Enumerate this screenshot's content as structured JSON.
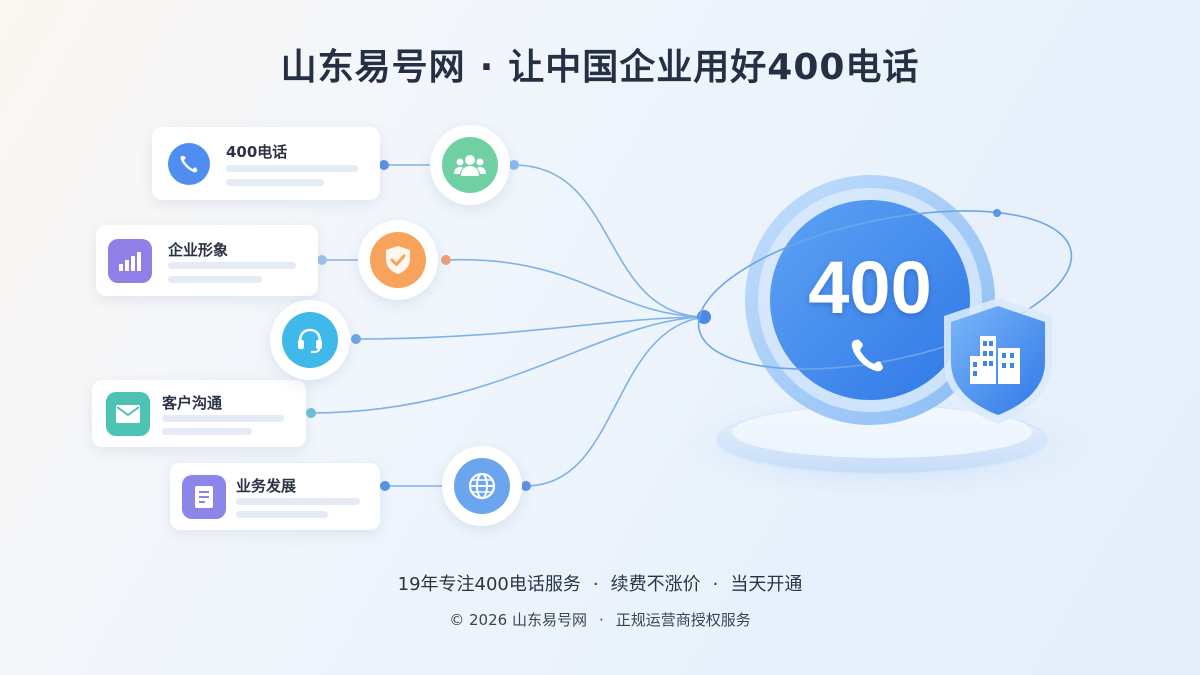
{
  "header": {
    "brand": "山东易号网",
    "separator": "·",
    "slogan": "让中国企业用好400电话"
  },
  "cards": [
    {
      "label": "400电话",
      "icon": "phone-icon",
      "color": "#4f8ef0"
    },
    {
      "label": "企业形象",
      "icon": "bar-chart-icon",
      "color": "#8f7fe6"
    },
    {
      "label": "客户沟通",
      "icon": "mail-icon",
      "color": "#4cc3b3"
    },
    {
      "label": "业务发展",
      "icon": "document-icon",
      "color": "#8c86e8"
    }
  ],
  "nodes": [
    {
      "icon": "users-icon",
      "color": "#6fd0a4"
    },
    {
      "icon": "shield-check-icon",
      "color": "#f7a35c"
    },
    {
      "icon": "headset-icon",
      "color": "#3fb8ea"
    },
    {
      "icon": "globe-icon",
      "color": "#6aa5ee"
    }
  ],
  "hub": {
    "number": "400",
    "icons": [
      "phone-icon",
      "building-shield-icon"
    ],
    "color": "#3d87ef"
  },
  "footer": {
    "features": [
      "19年专注400电话服务",
      "续费不涨价",
      "当天开通"
    ],
    "separator": "·",
    "copyright": "© 2026 山东易号网",
    "authorization": "正规运营商授权服务"
  }
}
